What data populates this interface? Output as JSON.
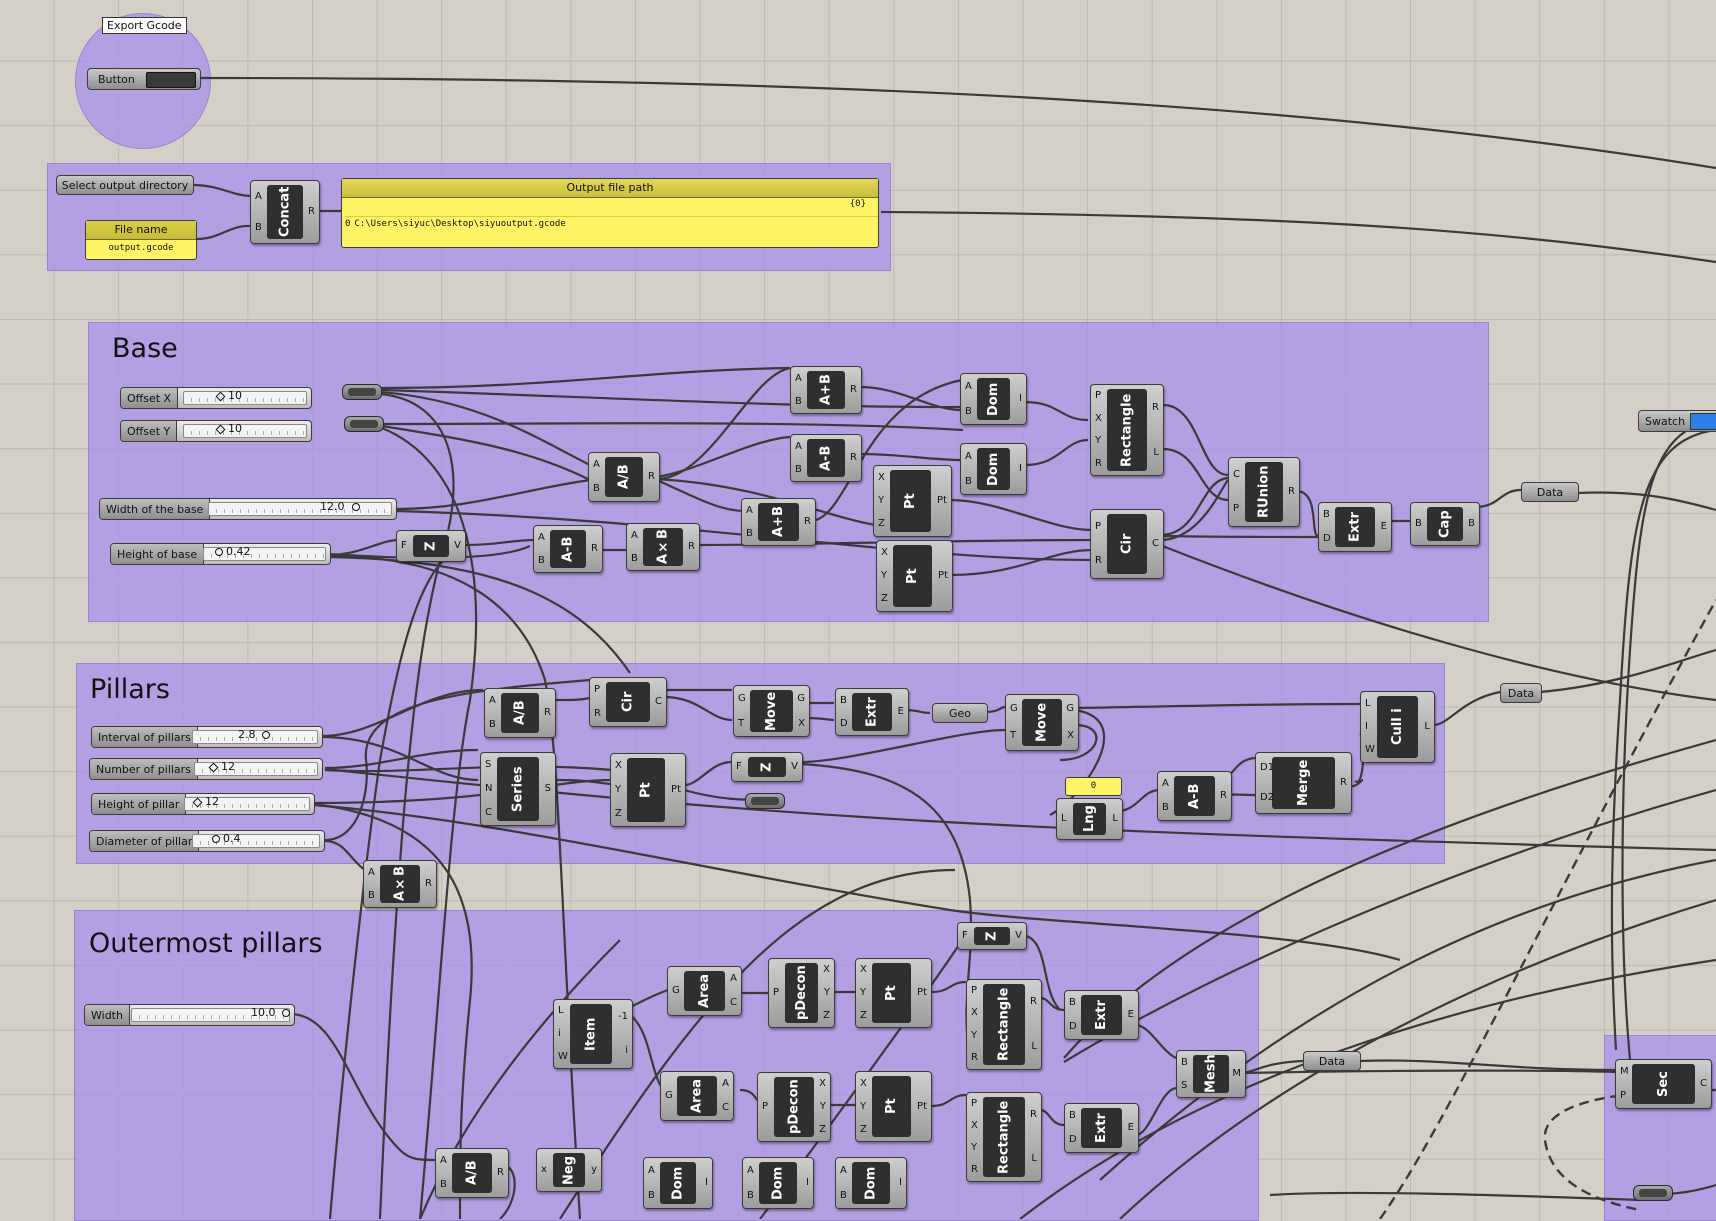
{
  "groups": {
    "base": "Base",
    "pillars": "Pillars",
    "outermost": "Outermost pillars"
  },
  "export": {
    "tooltip": "Export Gcode",
    "button_label": "Button"
  },
  "output": {
    "select_dir": "Select output directory",
    "file_name_title": "File name",
    "file_name_value": "output.gcode",
    "panel_title": "Output file path",
    "panel_path_count": "{0}",
    "panel_index": "0",
    "panel_value": "C:\\Users\\siyuc\\Desktop\\siyuoutput.gcode"
  },
  "sliders": {
    "offset_x": {
      "label": "Offset X",
      "value": "10"
    },
    "offset_y": {
      "label": "Offset Y",
      "value": "10"
    },
    "width_base": {
      "label": "Width of the base",
      "value": "12.0"
    },
    "height_base": {
      "label": "Height of base",
      "value": "0.42"
    },
    "interval": {
      "label": "Interval of pillars",
      "value": "2.8"
    },
    "number": {
      "label": "Number of pillars",
      "value": "12"
    },
    "height_pillar": {
      "label": "Height of pillar",
      "value": "12"
    },
    "diameter": {
      "label": "Diameter of pillar",
      "value": "0.4"
    },
    "width": {
      "label": "Width",
      "value": "10.0"
    }
  },
  "params": {
    "data1": "Data",
    "data2": "Data",
    "data3": "Data",
    "geo": "Geo",
    "swatch": "Swatch",
    "yellow_zero": "0"
  },
  "components": {
    "concat": {
      "name": "Concat",
      "in": [
        "A",
        "B"
      ],
      "out": [
        "R"
      ]
    },
    "base_apb": {
      "name": "A+B",
      "in": [
        "A",
        "B"
      ],
      "out": [
        "R"
      ]
    },
    "base_dom1": {
      "name": "Dom",
      "in": [
        "A",
        "B"
      ],
      "out": [
        "I"
      ]
    },
    "base_rect": {
      "name": "Rectangle",
      "in": [
        "P",
        "X",
        "Y",
        "R"
      ],
      "out": [
        "R",
        "L"
      ]
    },
    "base_amb": {
      "name": "A-B",
      "in": [
        "A",
        "B"
      ],
      "out": [
        "R"
      ]
    },
    "base_dom2": {
      "name": "Dom",
      "in": [
        "A",
        "B"
      ],
      "out": [
        "I"
      ]
    },
    "base_adivb": {
      "name": "A/B",
      "in": [
        "A",
        "B"
      ],
      "out": [
        "R"
      ]
    },
    "base_pt1": {
      "name": "Pt",
      "in": [
        "X",
        "Y",
        "Z"
      ],
      "out": [
        "Pt"
      ]
    },
    "base_apb2": {
      "name": "A+B",
      "in": [
        "A",
        "B"
      ],
      "out": [
        "R"
      ]
    },
    "base_runion": {
      "name": "RUnion",
      "in": [
        "C",
        "P"
      ],
      "out": [
        "R"
      ]
    },
    "base_cir": {
      "name": "Cir",
      "in": [
        "P",
        "R"
      ],
      "out": [
        "C"
      ]
    },
    "base_extr": {
      "name": "Extr",
      "in": [
        "B",
        "D"
      ],
      "out": [
        "E"
      ]
    },
    "base_cap": {
      "name": "Cap",
      "in": [
        "B"
      ],
      "out": [
        "B"
      ]
    },
    "base_z": {
      "name": "Z",
      "in": [
        "F"
      ],
      "out": [
        "V"
      ]
    },
    "base_amb2": {
      "name": "A-B",
      "in": [
        "A",
        "B"
      ],
      "out": [
        "R"
      ]
    },
    "base_axb": {
      "name": "A×B",
      "in": [
        "A",
        "B"
      ],
      "out": [
        "R"
      ]
    },
    "base_pt2": {
      "name": "Pt",
      "in": [
        "X",
        "Y",
        "Z"
      ],
      "out": [
        "Pt"
      ]
    },
    "p_adivb": {
      "name": "A/B",
      "in": [
        "A",
        "B"
      ],
      "out": [
        "R"
      ]
    },
    "p_cir": {
      "name": "Cir",
      "in": [
        "P",
        "R"
      ],
      "out": [
        "C"
      ]
    },
    "p_move1": {
      "name": "Move",
      "in": [
        "G",
        "T"
      ],
      "out": [
        "G",
        "X"
      ]
    },
    "p_extr": {
      "name": "Extr",
      "in": [
        "B",
        "D"
      ],
      "out": [
        "E"
      ]
    },
    "p_move2": {
      "name": "Move",
      "in": [
        "G",
        "T"
      ],
      "out": [
        "G",
        "X"
      ]
    },
    "p_cull": {
      "name": "Cull i",
      "in": [
        "L",
        "I",
        "W"
      ],
      "out": [
        "L"
      ]
    },
    "p_series": {
      "name": "Series",
      "in": [
        "S",
        "N",
        "C"
      ],
      "out": [
        "S"
      ]
    },
    "p_pt": {
      "name": "Pt",
      "in": [
        "X",
        "Y",
        "Z"
      ],
      "out": [
        "Pt"
      ]
    },
    "p_z": {
      "name": "Z",
      "in": [
        "F"
      ],
      "out": [
        "V"
      ]
    },
    "p_lng": {
      "name": "Lng",
      "in": [
        "L"
      ],
      "out": [
        "L"
      ]
    },
    "p_amb": {
      "name": "A-B",
      "in": [
        "A",
        "B"
      ],
      "out": [
        "R"
      ]
    },
    "p_merge": {
      "name": "Merge",
      "in": [
        "D1",
        "D2"
      ],
      "out": [
        "R"
      ]
    },
    "p_axb": {
      "name": "A×B",
      "in": [
        "A",
        "B"
      ],
      "out": [
        "R"
      ]
    },
    "o_z": {
      "name": "Z",
      "in": [
        "F"
      ],
      "out": [
        "V"
      ]
    },
    "o_area1": {
      "name": "Area",
      "in": [
        "G"
      ],
      "out": [
        "A",
        "C"
      ]
    },
    "o_pdecon1": {
      "name": "pDecon",
      "in": [
        "P"
      ],
      "out": [
        "X",
        "Y",
        "Z"
      ]
    },
    "o_pt1": {
      "name": "Pt",
      "in": [
        "X",
        "Y",
        "Z"
      ],
      "out": [
        "Pt"
      ]
    },
    "o_rect1": {
      "name": "Rectangle",
      "in": [
        "P",
        "X",
        "Y",
        "R"
      ],
      "out": [
        "R",
        "L"
      ]
    },
    "o_extr1": {
      "name": "Extr",
      "in": [
        "B",
        "D"
      ],
      "out": [
        "E"
      ]
    },
    "o_item": {
      "name": "Item",
      "in": [
        "L",
        "i",
        "W"
      ],
      "out": [
        "-1",
        "i"
      ]
    },
    "o_area2": {
      "name": "Area",
      "in": [
        "G"
      ],
      "out": [
        "A",
        "C"
      ]
    },
    "o_pdecon2": {
      "name": "pDecon",
      "in": [
        "P"
      ],
      "out": [
        "X",
        "Y",
        "Z"
      ]
    },
    "o_pt2": {
      "name": "Pt",
      "in": [
        "X",
        "Y",
        "Z"
      ],
      "out": [
        "Pt"
      ]
    },
    "o_rect2": {
      "name": "Rectangle",
      "in": [
        "P",
        "X",
        "Y",
        "R"
      ],
      "out": [
        "R",
        "L"
      ]
    },
    "o_extr2": {
      "name": "Extr",
      "in": [
        "B",
        "D"
      ],
      "out": [
        "E"
      ]
    },
    "o_mesh": {
      "name": "Mesh",
      "in": [
        "B",
        "S"
      ],
      "out": [
        "M"
      ]
    },
    "o_sec": {
      "name": "Sec",
      "in": [
        "M",
        "P"
      ],
      "out": [
        "C"
      ]
    },
    "o_adivb": {
      "name": "A/B",
      "in": [
        "A",
        "B"
      ],
      "out": [
        "R"
      ]
    },
    "o_neg": {
      "name": "Neg",
      "in": [
        "x"
      ],
      "out": [
        "y"
      ]
    },
    "o_dom1": {
      "name": "Dom",
      "in": [
        "A",
        "B"
      ],
      "out": [
        "I"
      ]
    },
    "o_dom2": {
      "name": "Dom",
      "in": [
        "A",
        "B"
      ],
      "out": [
        "I"
      ]
    },
    "o_dom3": {
      "name": "Dom",
      "in": [
        "A",
        "B"
      ],
      "out": [
        "I"
      ]
    }
  },
  "colors": {
    "canvas": "#d4d0c8",
    "group": "#aa91eb",
    "panel": "#fff466",
    "swatch": "#2f7fe8"
  }
}
